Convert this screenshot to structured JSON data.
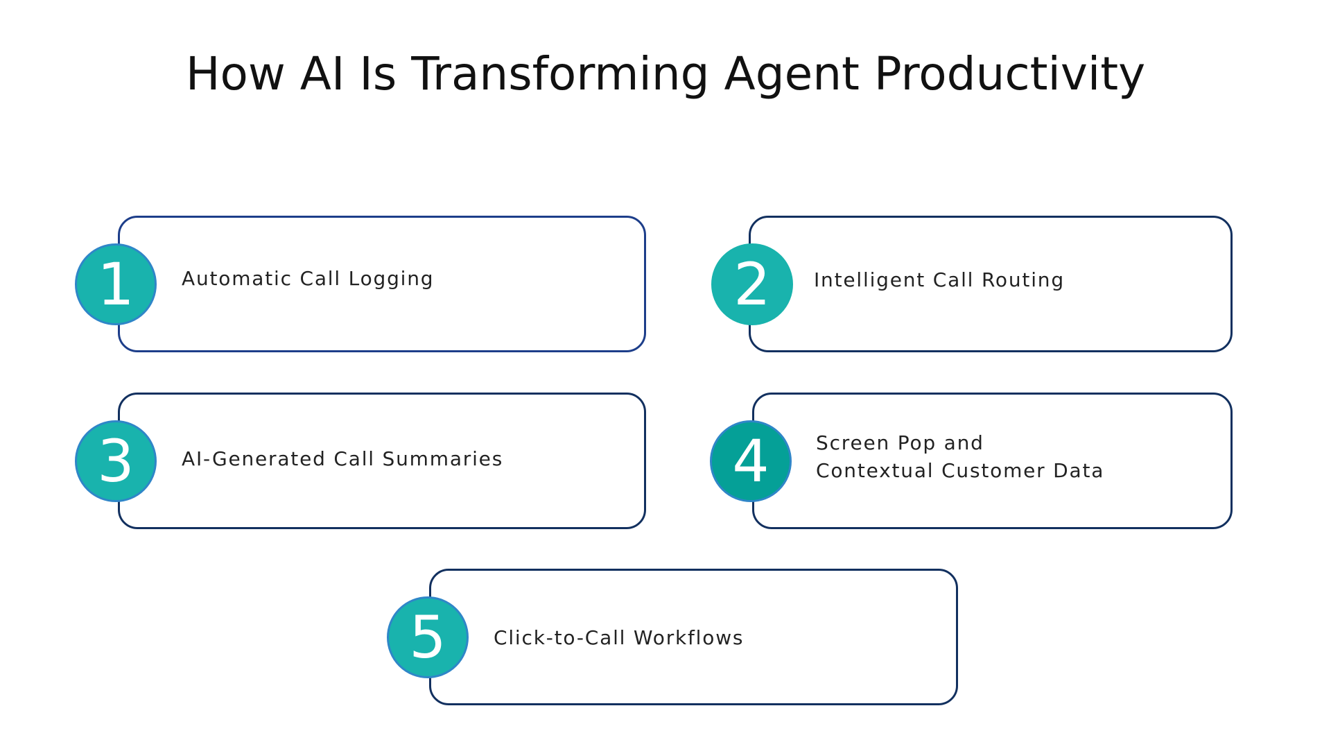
{
  "title": "How AI Is Transforming Agent Productivity",
  "colors": {
    "card_border_blue": "#1d3e8a",
    "card_border_navy": "#12305f",
    "badge_teal": "#19b3ad",
    "badge_dark_teal": "#05a097",
    "badge_ring": "#2f86c8"
  },
  "steps": [
    {
      "number": "1",
      "label": "Automatic Call Logging"
    },
    {
      "number": "2",
      "label": "Intelligent Call Routing"
    },
    {
      "number": "3",
      "label": "AI-Generated Call Summaries"
    },
    {
      "number": "4",
      "label": "Screen Pop and\nContextual Customer Data"
    },
    {
      "number": "5",
      "label": "Click-to-Call Workflows"
    }
  ]
}
